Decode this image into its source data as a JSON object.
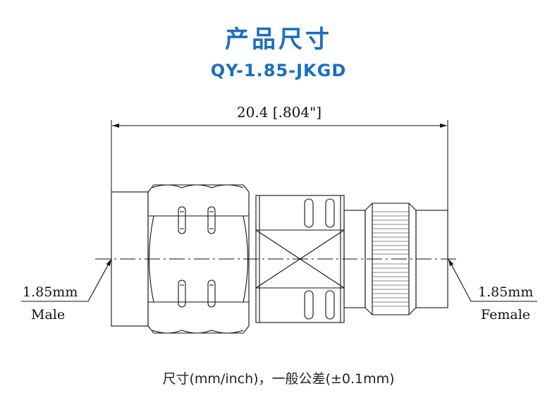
{
  "header": {
    "title": "产品尺寸",
    "model": "QY-1.85-JKGD"
  },
  "dimensions": {
    "overall_length": "20.4 [.804\"]"
  },
  "labels": {
    "left_size": "1.85mm",
    "left_gender": "Male",
    "right_size": "1.85mm",
    "right_gender": "Female"
  },
  "footer": {
    "note": "尺寸(mm/inch)，一般公差(±0.1mm)"
  },
  "colors": {
    "title": "#1a6fc0",
    "line": "#111111"
  }
}
